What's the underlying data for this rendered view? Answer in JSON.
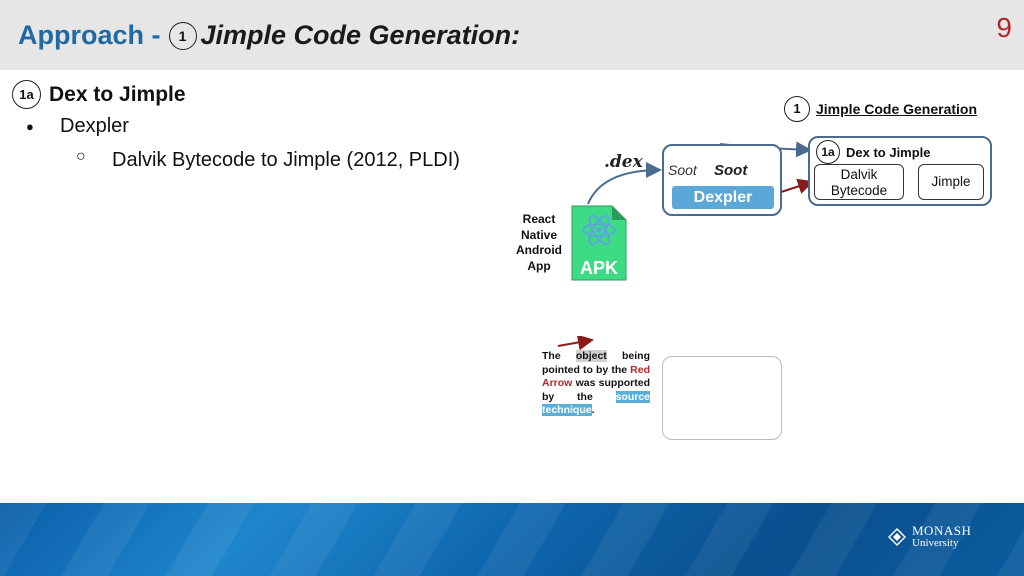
{
  "header": {
    "title_prefix": "Approach -",
    "step_number": "1",
    "title_main": "Jimple Code Generation:",
    "page_number": "9"
  },
  "content": {
    "section_badge": "1a",
    "section_title": "Dex to Jimple",
    "bullet_glyph": "●",
    "bullet_text": "Dexpler",
    "sub_bullet_glyph": "○",
    "sub_bullet_text": "Dalvik Bytecode to Jimple (2012, PLDI)"
  },
  "diagram": {
    "apk_label": "React Native Android App",
    "apk_text": "APK",
    "dex_label": ".dex",
    "soot_logo": "Soot",
    "soot_name": "Soot",
    "dexpler_label": "Dexpler",
    "jcg_number": "1",
    "jcg_label": "Jimple Code Generation",
    "d2j_badge": "1a",
    "d2j_label": "Dex to Jimple",
    "dalvik_line1": "Dalvik",
    "dalvik_line2": "Bytecode",
    "jimple_label": "Jimple"
  },
  "legend": {
    "w1": "The",
    "w2": "object",
    "w3": "being pointed to by the",
    "w4": "Red Arrow",
    "w5": "was supported by the",
    "w6": "source technique",
    "w7": "."
  },
  "footer": {
    "logo_name": "MONASH",
    "logo_sub": "University"
  },
  "colors": {
    "title_blue": "#1f6aa5",
    "page_number_red": "#b3262a",
    "apk_green": "#3ddc84",
    "arrow_red": "#8b1a1a",
    "arrow_blue": "#4a6a90",
    "dexpler_blue": "#5ba8d8"
  }
}
